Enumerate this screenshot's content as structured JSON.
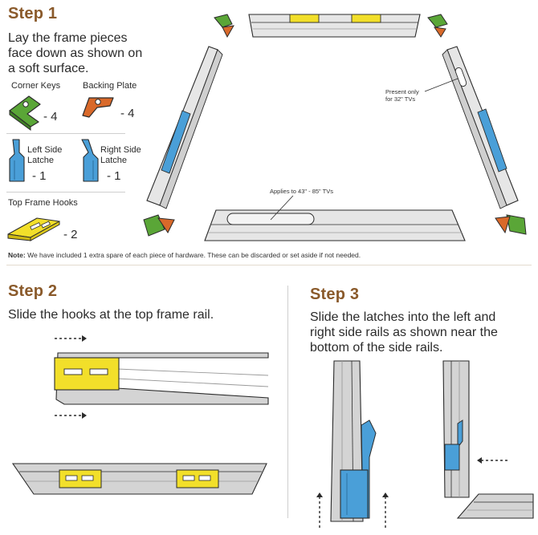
{
  "step1": {
    "title": "Step 1",
    "line1": "Lay the frame pieces",
    "line2": "face down as shown on",
    "line3": "a soft surface.",
    "corner_keys_label": "Corner Keys",
    "corner_keys_qty": "- 4",
    "backing_plate_label": "Backing Plate",
    "backing_plate_qty": "- 4",
    "left_latch_label_1": "Left Side",
    "left_latch_label_2": "Latche",
    "left_latch_qty": "- 1",
    "right_latch_label_1": "Right Side",
    "right_latch_label_2": "Latche",
    "right_latch_qty": "- 1",
    "top_hooks_label": "Top Frame Hooks",
    "top_hooks_qty": "- 2",
    "callout_32_line1": "Present only",
    "callout_32_line2": "for 32\" TVs",
    "callout_43": "Applies to 43\" - 85\" TVs"
  },
  "note": {
    "prefix": "Note:",
    "text": " We have included 1 extra spare of each piece of hardware. These can be discarded or set aside if not needed."
  },
  "step2": {
    "title": "Step 2",
    "text": "Slide the hooks at the top frame rail."
  },
  "step3": {
    "title": "Step 3",
    "line1": "Slide the latches into the left and",
    "line2": "right side rails as shown near the",
    "line3": "bottom of the side rails."
  },
  "colors": {
    "heading": "#8a5a2b",
    "corner_key": "#5aa637",
    "backing_plate": "#d9692a",
    "latch": "#4a9fd8",
    "hook": "#f2df2a",
    "frame_gray": "#d4d4d4",
    "outline": "#2b2b2b"
  }
}
